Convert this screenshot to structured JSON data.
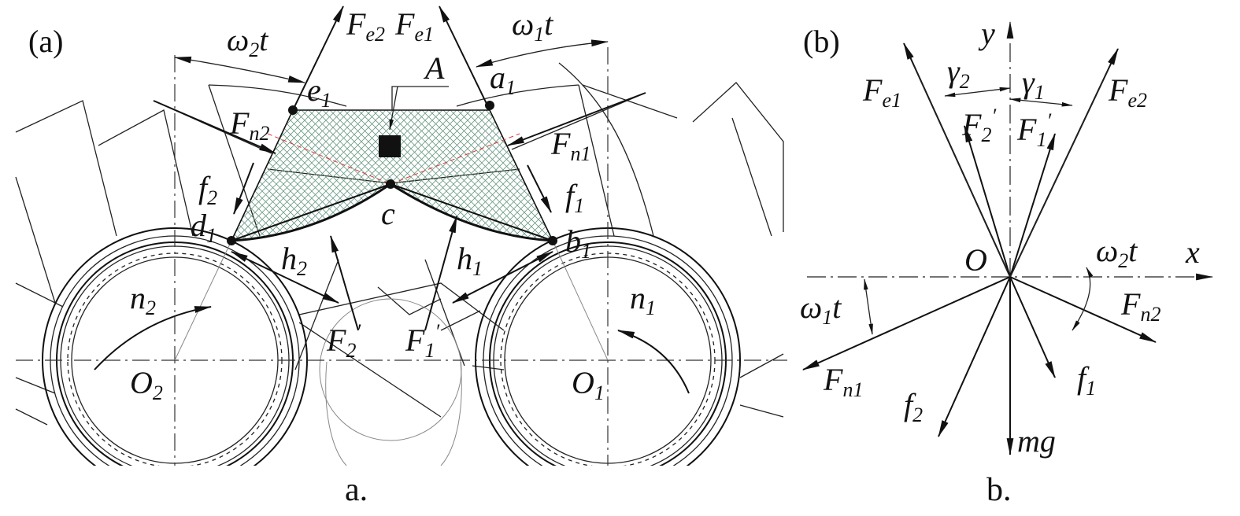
{
  "panel_a": {
    "tag": "(a)",
    "caption": "a.",
    "labels": {
      "Fe2": {
        "main": "F",
        "sub": "e2"
      },
      "Fe1": {
        "main": "F",
        "sub": "e1"
      },
      "w2t": {
        "main": "ω",
        "sub": "2",
        "tail": "t"
      },
      "w1t": {
        "main": "ω",
        "sub": "1",
        "tail": "t"
      },
      "A": "A",
      "e1": {
        "main": "e",
        "sub": "1"
      },
      "a1": {
        "main": "a",
        "sub": "1"
      },
      "Fn2": {
        "main": "F",
        "sub": "n2"
      },
      "Fn1": {
        "main": "F",
        "sub": "n1"
      },
      "f2": {
        "main": "f",
        "sub": "2"
      },
      "f1": {
        "main": "f",
        "sub": "1"
      },
      "c": "c",
      "d1": {
        "main": "d",
        "sub": "1"
      },
      "b1": {
        "main": "b",
        "sub": "1"
      },
      "h2": {
        "main": "h",
        "sub": "2"
      },
      "h1": {
        "main": "h",
        "sub": "1"
      },
      "n2": {
        "main": "n",
        "sub": "2"
      },
      "n1": {
        "main": "n",
        "sub": "1"
      },
      "F2p": {
        "main": "F",
        "sub": "2",
        "prime": "′"
      },
      "F1p": {
        "main": "F",
        "sub": "1",
        "prime": "′"
      },
      "O2": {
        "main": "O",
        "sub": "2"
      },
      "O1": {
        "main": "O",
        "sub": "1"
      }
    }
  },
  "panel_b": {
    "tag": "(b)",
    "caption": "b.",
    "labels": {
      "y": "y",
      "x": "x",
      "O": "O",
      "Fe1": {
        "main": "F",
        "sub": "e1"
      },
      "Fe2": {
        "main": "F",
        "sub": "e2"
      },
      "g2": {
        "main": "γ",
        "sub": "2"
      },
      "g1": {
        "main": "γ",
        "sub": "1"
      },
      "F2p": {
        "main": "F",
        "sub": "2",
        "prime": "′"
      },
      "F1p": {
        "main": "F",
        "sub": "1",
        "prime": "′"
      },
      "w2t": {
        "main": "ω",
        "sub": "2",
        "tail": "t"
      },
      "w1t": {
        "main": "ω",
        "sub": "1",
        "tail": "t"
      },
      "Fn2": {
        "main": "F",
        "sub": "n2"
      },
      "Fn1": {
        "main": "F",
        "sub": "n1"
      },
      "f1": {
        "main": "f",
        "sub": "1"
      },
      "f2": {
        "main": "f",
        "sub": "2"
      },
      "mg": "mg"
    }
  }
}
